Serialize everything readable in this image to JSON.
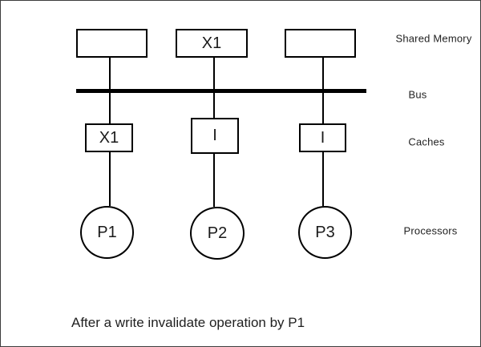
{
  "diagram": {
    "memory_row": {
      "label": "Shared Memory",
      "boxes": [
        {
          "text": ""
        },
        {
          "text": "X1"
        },
        {
          "text": ""
        }
      ]
    },
    "bus": {
      "label": "Bus"
    },
    "cache_row": {
      "label": "Caches",
      "boxes": [
        {
          "text": "X1"
        },
        {
          "text": "I"
        },
        {
          "text": "I"
        }
      ]
    },
    "processor_row": {
      "label": "Processors",
      "nodes": [
        {
          "text": "P1"
        },
        {
          "text": "P2"
        },
        {
          "text": "P3"
        }
      ]
    },
    "caption": "After a write invalidate operation by P1"
  },
  "colors": {
    "line": "#000000",
    "text": "#1f1f1f",
    "background": "#ffffff",
    "frame_border": "#3d3d3d"
  }
}
